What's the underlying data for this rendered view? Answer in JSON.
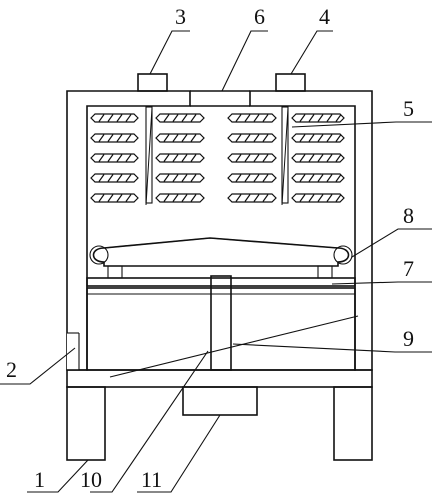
{
  "figure": {
    "labels": {
      "l1": "1",
      "l2": "2",
      "l3": "3",
      "l4": "4",
      "l5": "5",
      "l6": "6",
      "l7": "7",
      "l8": "8",
      "l9": "9",
      "l10": "10",
      "l11": "11"
    },
    "colors": {
      "line": "#111111",
      "background": "#ffffff"
    }
  }
}
